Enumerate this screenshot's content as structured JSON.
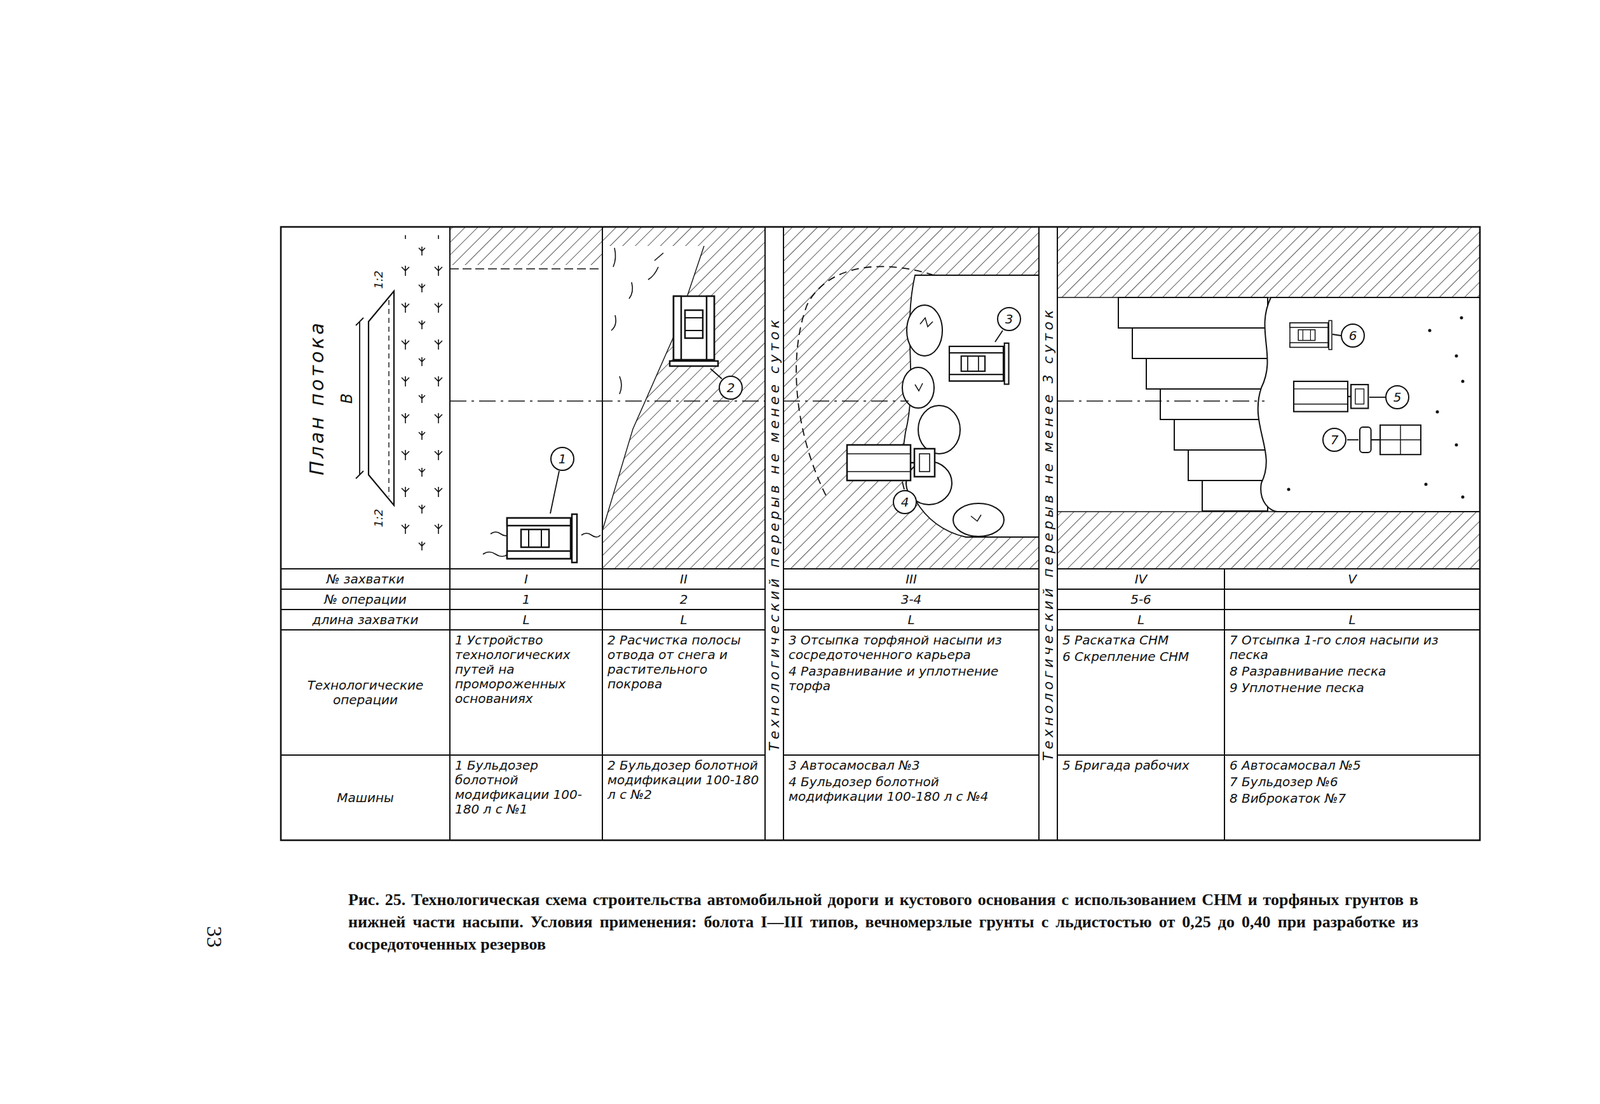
{
  "diagram": {
    "caption": "Рис. 25. Технологическая схема строительства автомобильной дороги и кустового основания с использованием СНМ и торфяных грунтов в нижней части насыпи. Условия применения: болота I—III типов, вечномерзлые грунты с льдистостью от 0,25 до 0,40 при разработке из сосредоточенных резервов",
    "nodes": [
      {
        "text": [
          "1"
        ]
      },
      {
        "text": [
          "2"
        ]
      },
      {
        "text": [
          "3"
        ]
      },
      {
        "text": [
          "4"
        ]
      },
      {
        "text": [
          "5"
        ]
      },
      {
        "text": [
          "6"
        ]
      },
      {
        "text": [
          "7"
        ]
      }
    ],
    "labels": [
      "План потока",
      "В",
      "1:2",
      "1:2",
      "№ захватки",
      "№ операции",
      "длина захватки",
      "Технологические операции",
      "Машины",
      "I",
      "II",
      "III",
      "IV",
      "V",
      "1",
      "2",
      "3-4",
      "5-6",
      "L",
      "L",
      "L",
      "L",
      "L",
      "1 Устройство технологических путей на промороженных основаниях",
      "2 Расчистка полосы отвода от снега и растительного покрова",
      "3 Отсыпка торфяной насыпи из сосредоточенного карьера",
      "4 Разравнивание и уплотнение торфа",
      "5 Раскатка СНМ",
      "6 Скрепление СНМ",
      "7 Отсыпка 1-го слоя насыпи из песка",
      "8 Разравнивание песка",
      "9 Уплотнение песка",
      "1 Бульдозер болотной модификации 100-180 л с №1",
      "2 Бульдозер болотной модификации 100-180 л с №2",
      "3 Автосамосвал №3",
      "4 Бульдозер болотной модификации 100-180 л с №4",
      "5 Бригада рабочих",
      "6 Автосамосвал №5",
      "7 Бульдозер №6",
      "8 Виброкаток №7",
      "Технологический перерыв не менее суток",
      "Технологический перерыв не менее 3 суток",
      "33"
    ]
  }
}
